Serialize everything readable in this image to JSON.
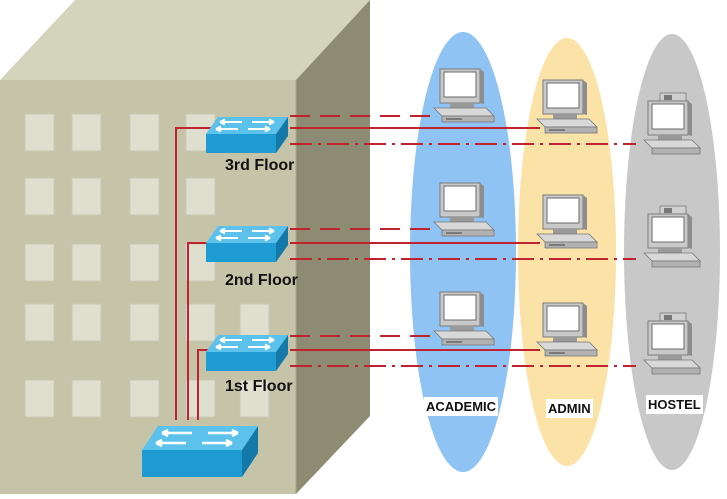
{
  "floors": [
    {
      "id": "3",
      "label": "3rd Floor"
    },
    {
      "id": "2",
      "label": "2nd Floor"
    },
    {
      "id": "1",
      "label": "1st Floor"
    }
  ],
  "vlans": [
    {
      "id": "academic",
      "label": "ACADEMIC",
      "color": "#8fc3f3"
    },
    {
      "id": "admin",
      "label": "ADMIN",
      "color": "#fbe3a8"
    },
    {
      "id": "hostel",
      "label": "HOSTEL",
      "color": "#c8c8c8"
    }
  ],
  "colors": {
    "building_front": "#c5c4a8",
    "building_side": "#8d8c73",
    "building_top": "#d8d8c2",
    "window": "#dedfd0",
    "switch_blue": "#1f9bd3",
    "cable": "#c0232f"
  },
  "link_styles": {
    "academic": "dashed",
    "admin": "solid",
    "hostel": "dash-dot"
  },
  "icons": [
    "switch-icon",
    "desktop-computer-icon",
    "tower-computer-icon"
  ]
}
